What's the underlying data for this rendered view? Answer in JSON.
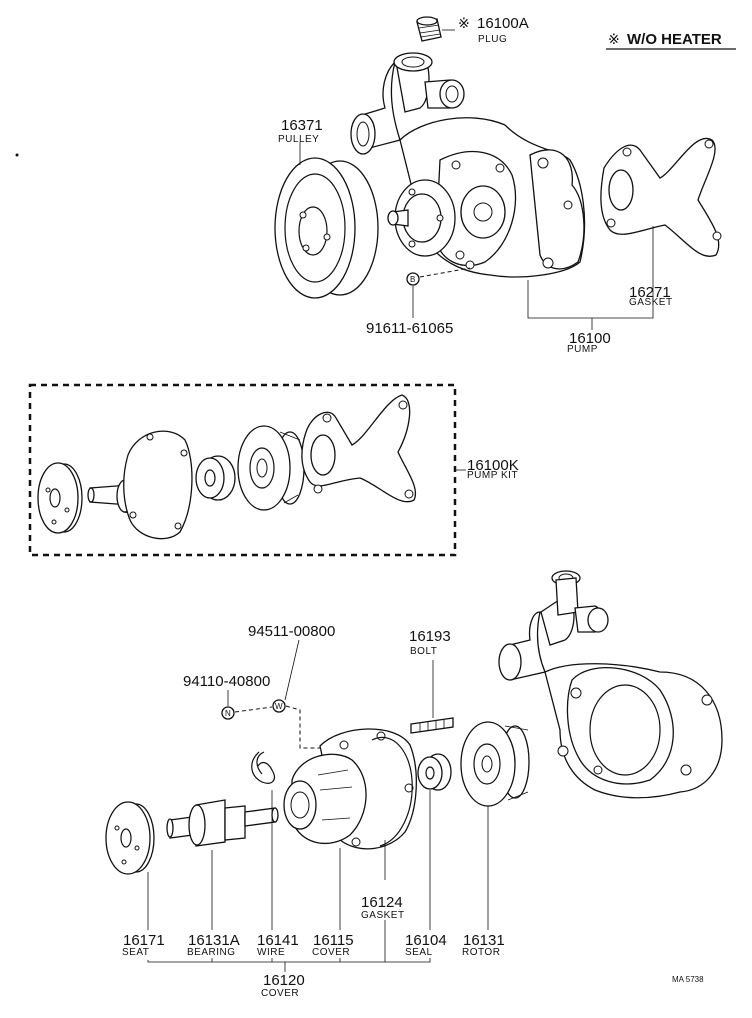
{
  "header": {
    "note_symbol": "※",
    "note_text": "W/O HEATER"
  },
  "callouts": {
    "plug": {
      "symbol": "※",
      "number": "16100A",
      "name": "PLUG"
    },
    "pulley": {
      "number": "16371",
      "name": "PULLEY"
    },
    "gasket_top": {
      "number": "16271",
      "name": "GASKET"
    },
    "bolt_ref": {
      "number": "91611-61065",
      "marker": "B"
    },
    "pump": {
      "number": "16100",
      "name": "PUMP"
    },
    "pump_kit": {
      "number": "16100K",
      "name": "PUMP KIT"
    },
    "nut_ref": {
      "number": "94110-40800",
      "marker": "N"
    },
    "washer_ref": {
      "number": "94511-00800",
      "marker": "W"
    },
    "stud_bolt": {
      "number": "16193",
      "name": "BOLT"
    },
    "gasket_mid": {
      "number": "16124",
      "name": "GASKET"
    },
    "seat": {
      "number": "16171",
      "name": "SEAT"
    },
    "bearing": {
      "number": "16131A",
      "name": "BEARING"
    },
    "wire": {
      "number": "16141",
      "name": "WIRE"
    },
    "cover_small": {
      "number": "16115",
      "name": "COVER"
    },
    "seal": {
      "number": "16104",
      "name": "SEAL"
    },
    "rotor": {
      "number": "16131",
      "name": "ROTOR"
    },
    "cover_assy": {
      "number": "16120",
      "name": "COVER"
    }
  },
  "footer": {
    "drawing_ref": "MA 5738"
  }
}
